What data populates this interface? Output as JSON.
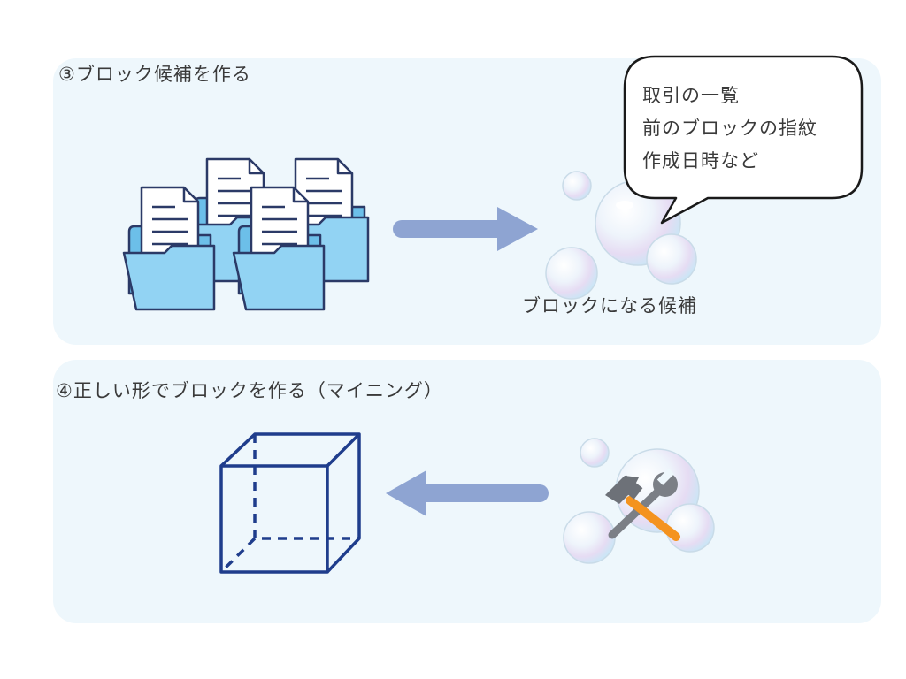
{
  "step3": {
    "title": "③ブロック候補を作る",
    "speech_bubble": {
      "lines": [
        "取引の一覧",
        "前のブロックの指紋",
        "作成日時など"
      ]
    },
    "candidate_label": "ブロックになる候補"
  },
  "step4": {
    "title": "④正しい形でブロックを作る（マイニング）"
  },
  "icons": {
    "folders": "document-folder-icon",
    "arrow_right": "arrow-right-icon",
    "bubbles": "bubble-cluster-icon",
    "cube": "wireframe-cube-icon",
    "arrow_left": "arrow-left-icon",
    "tools": "hammer-wrench-icon"
  },
  "colors": {
    "panel_bg": "#eef7fc",
    "arrow": "#8ea4d2",
    "cube": "#1f3d8c",
    "folder_fill": "#92d3f3",
    "outline": "#2b3a67"
  }
}
